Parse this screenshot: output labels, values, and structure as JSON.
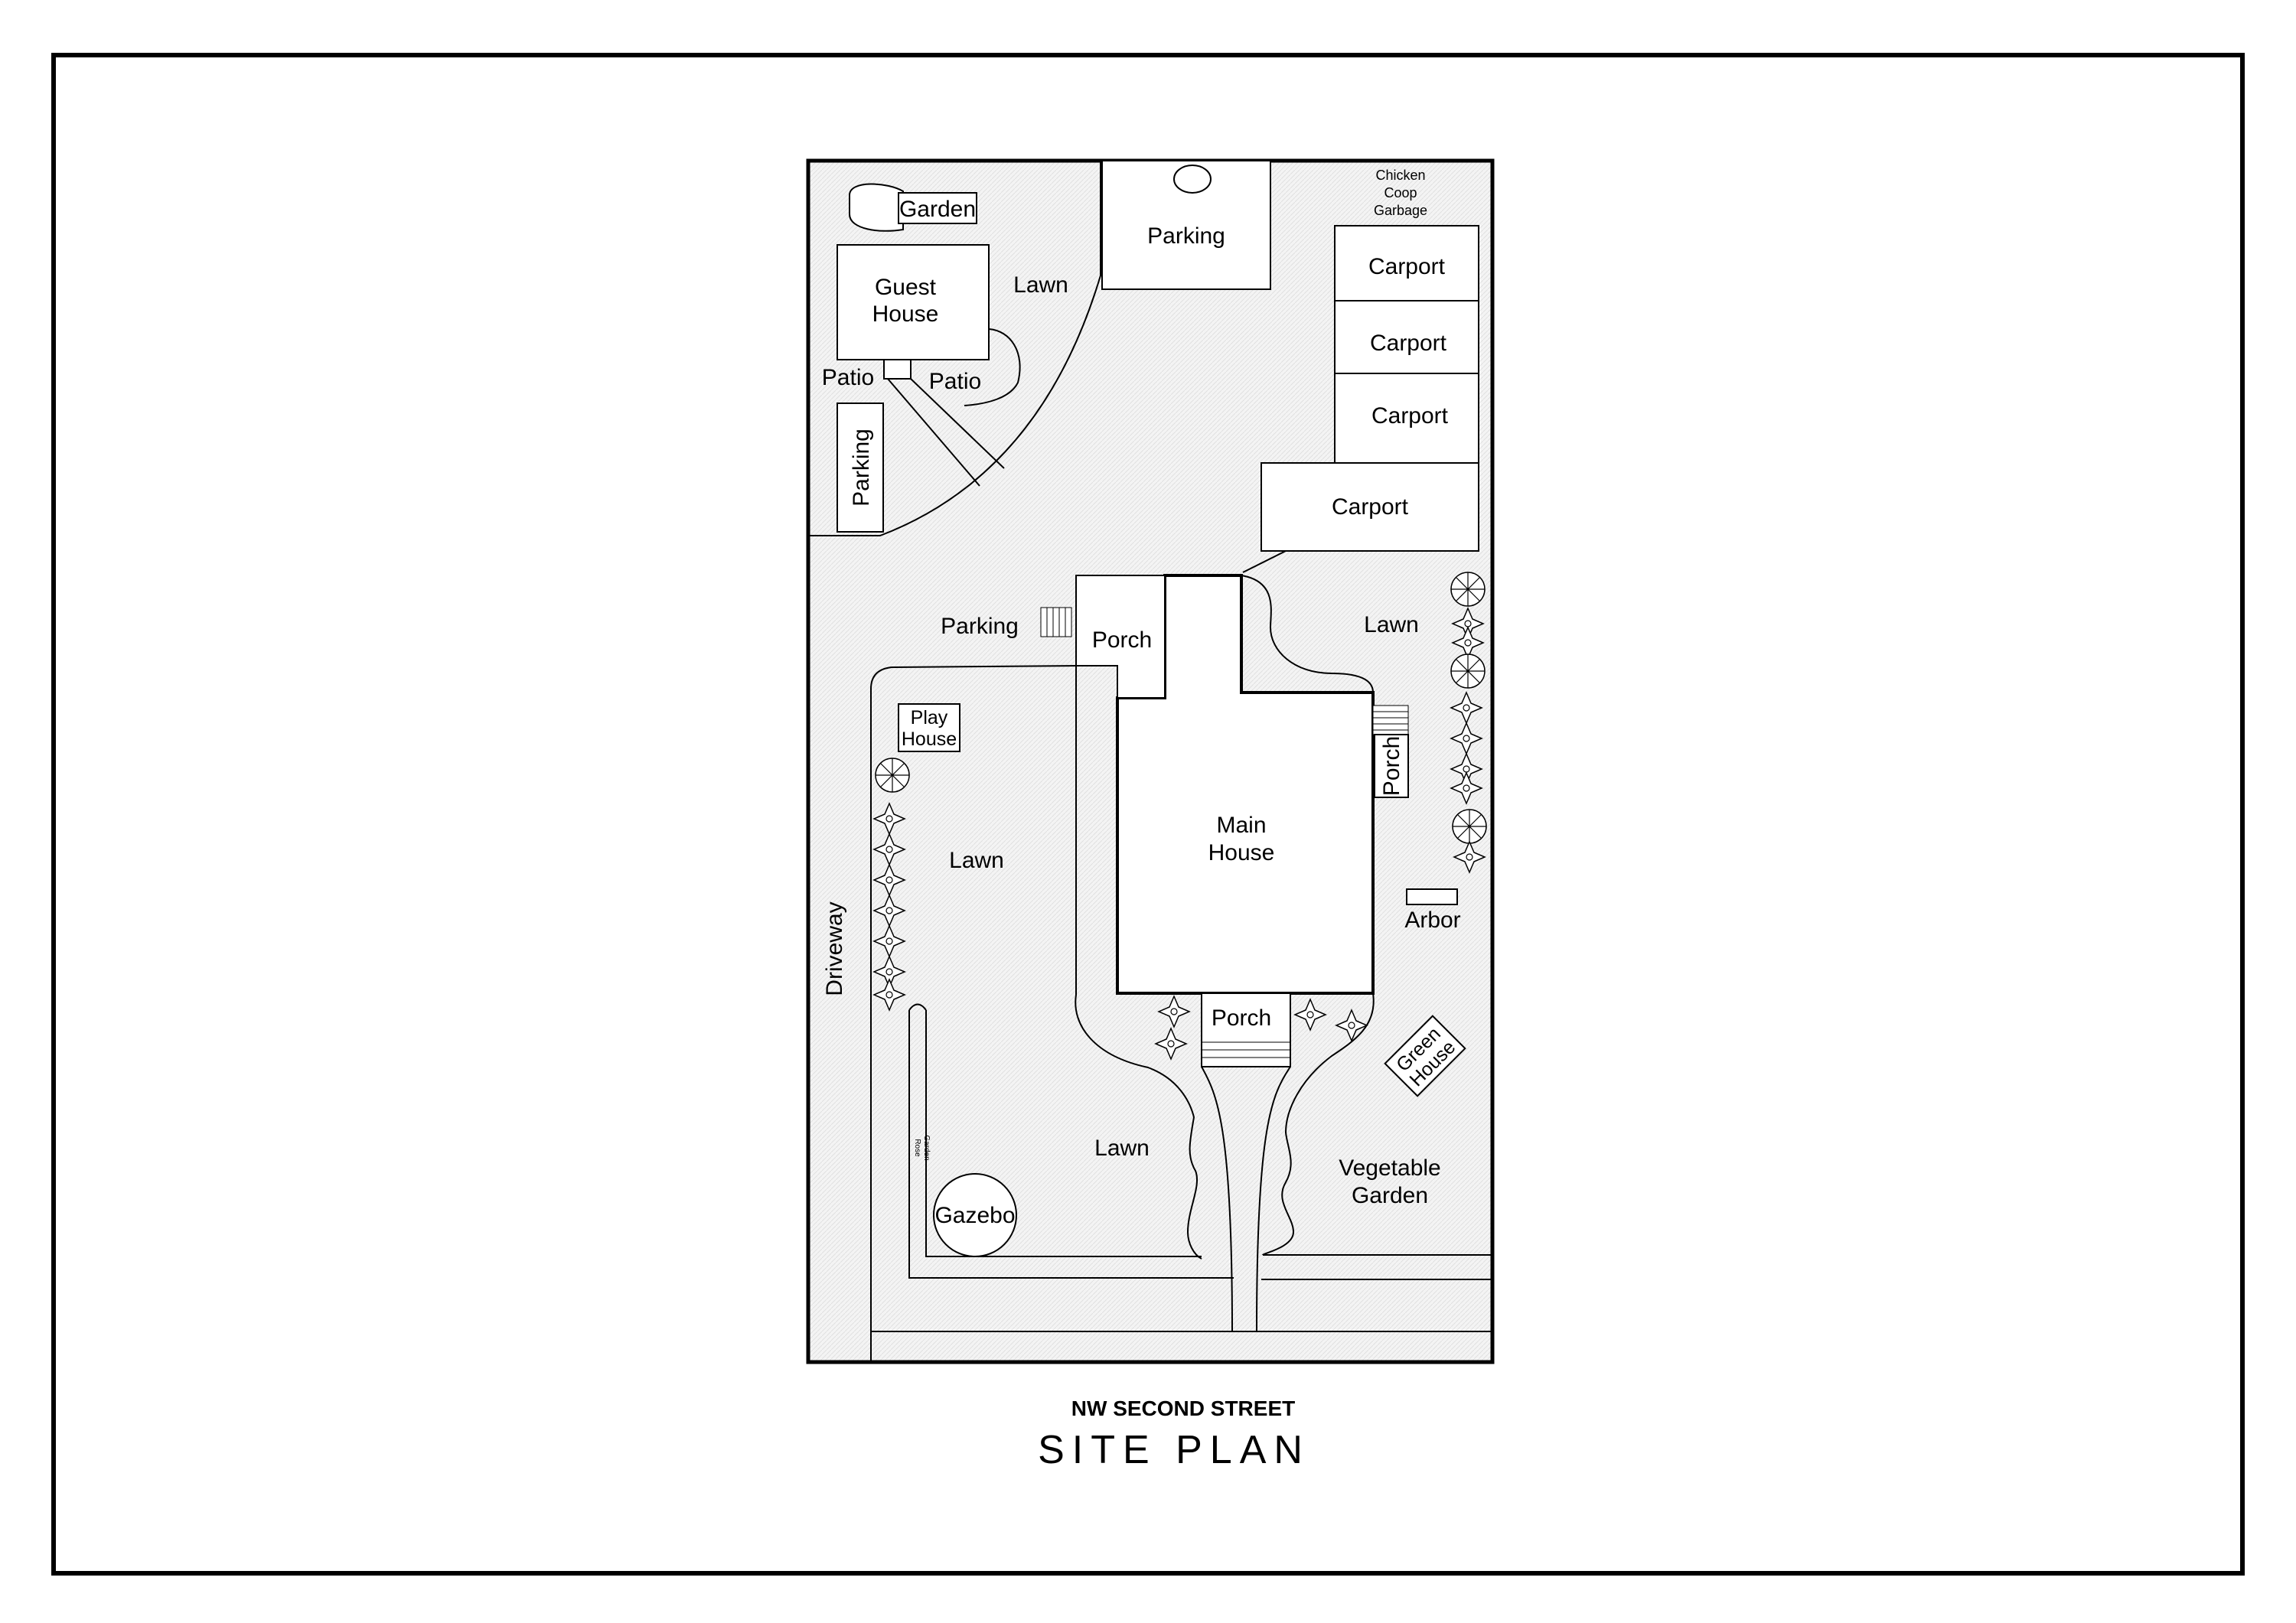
{
  "title": "SITE PLAN",
  "street": "NW SECOND STREET",
  "labels": {
    "garden": "Garden",
    "guest_house_1": "Guest",
    "guest_house_2": "House",
    "lawn_nw": "Lawn",
    "parking_top": "Parking",
    "chicken_coop_1": "Chicken",
    "chicken_coop_2": "Coop",
    "garbage": "Garbage",
    "carport_1": "Carport",
    "carport_2": "Carport",
    "carport_3": "Carport",
    "carport_4": "Carport",
    "patio_left": "Patio",
    "patio_right": "Patio",
    "parking_guest": "Parking",
    "parking_main": "Parking",
    "porch_north": "Porch",
    "lawn_east": "Lawn",
    "play_house_1": "Play",
    "play_house_2": "House",
    "porch_east": "Porch",
    "main_house_1": "Main",
    "main_house_2": "House",
    "lawn_west": "Lawn",
    "driveway": "Driveway",
    "arbor": "Arbor",
    "porch_south": "Porch",
    "green_house_1": "Green",
    "green_house_2": "House",
    "rose_garden_1": "Rose",
    "rose_garden_2": "Garden",
    "lawn_south": "Lawn",
    "vegetable_garden_1": "Vegetable",
    "vegetable_garden_2": "Garden",
    "gazebo": "Gazebo"
  }
}
